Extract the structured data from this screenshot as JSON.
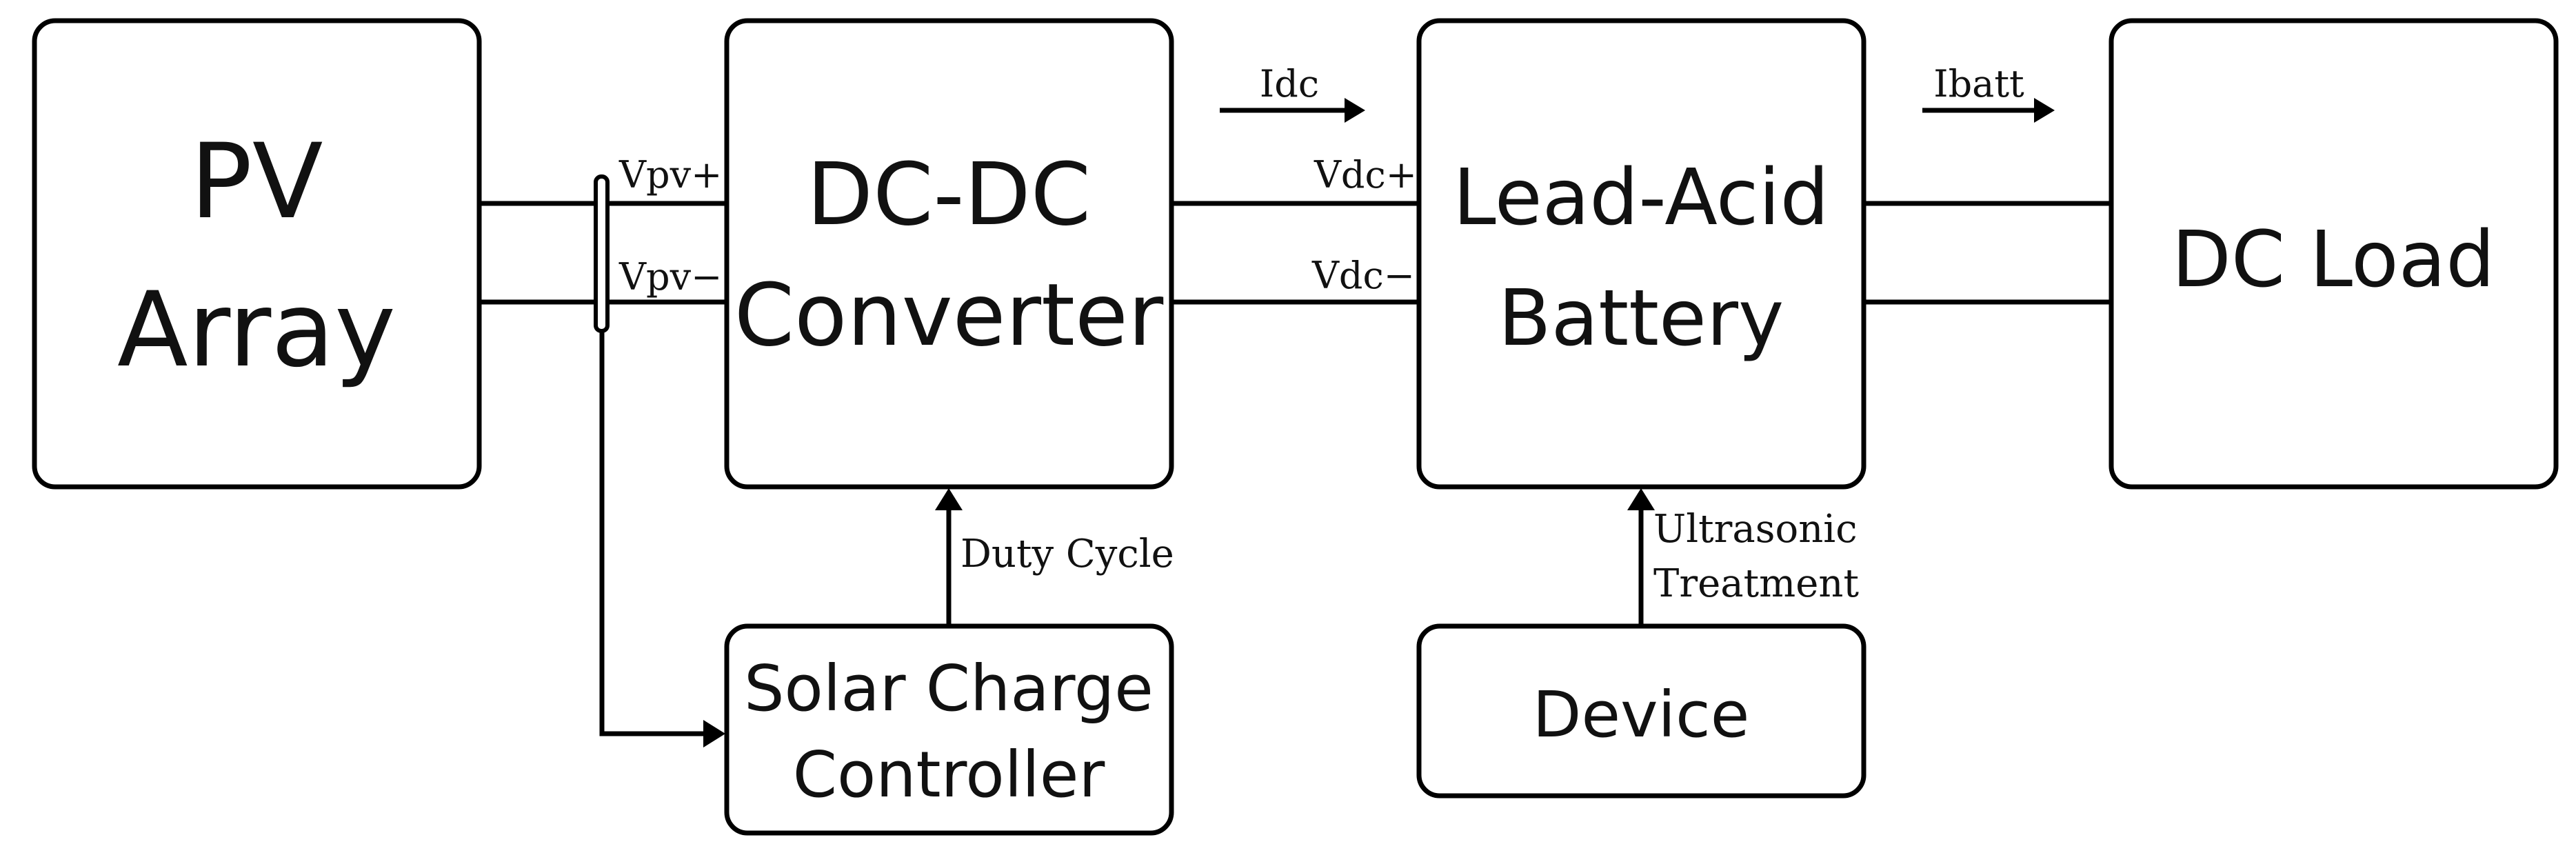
{
  "blocks": {
    "pv_array": [
      "PV",
      "Array"
    ],
    "dc_dc_converter": [
      "DC-DC",
      "Converter"
    ],
    "lead_acid_battery": [
      "Lead-Acid",
      "Battery"
    ],
    "dc_load": "DC Load",
    "solar_charge_controller": [
      "Solar Charge",
      "Controller"
    ],
    "device": "Device"
  },
  "signals": {
    "vpv_plus": "Vpv+",
    "vpv_minus": "Vpv−",
    "idc": "Idc",
    "vdc_plus": "Vdc+",
    "vdc_minus": "Vdc−",
    "ibatt": "Ibatt",
    "duty_cycle": "Duty Cycle",
    "ultrasonic_treatment": [
      "Ultrasonic",
      "Treatment"
    ]
  }
}
